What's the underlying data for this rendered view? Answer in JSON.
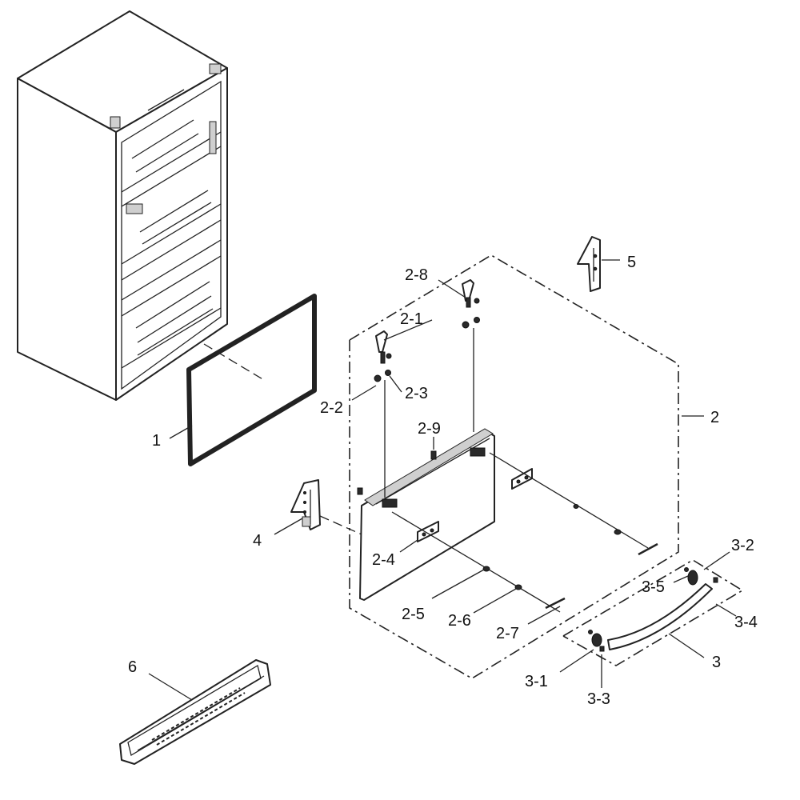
{
  "labels": {
    "p1": "1",
    "p2": "2",
    "p2_1": "2-1",
    "p2_2": "2-2",
    "p2_3": "2-3",
    "p2_4": "2-4",
    "p2_5": "2-5",
    "p2_6": "2-6",
    "p2_7": "2-7",
    "p2_8": "2-8",
    "p2_9": "2-9",
    "p3": "3",
    "p3_1": "3-1",
    "p3_2": "3-2",
    "p3_3": "3-3",
    "p3_4": "3-4",
    "p3_5": "3-5",
    "p4": "4",
    "p5": "5",
    "p6": "6"
  },
  "colors": {
    "line": "#222222",
    "background": "#ffffff"
  }
}
